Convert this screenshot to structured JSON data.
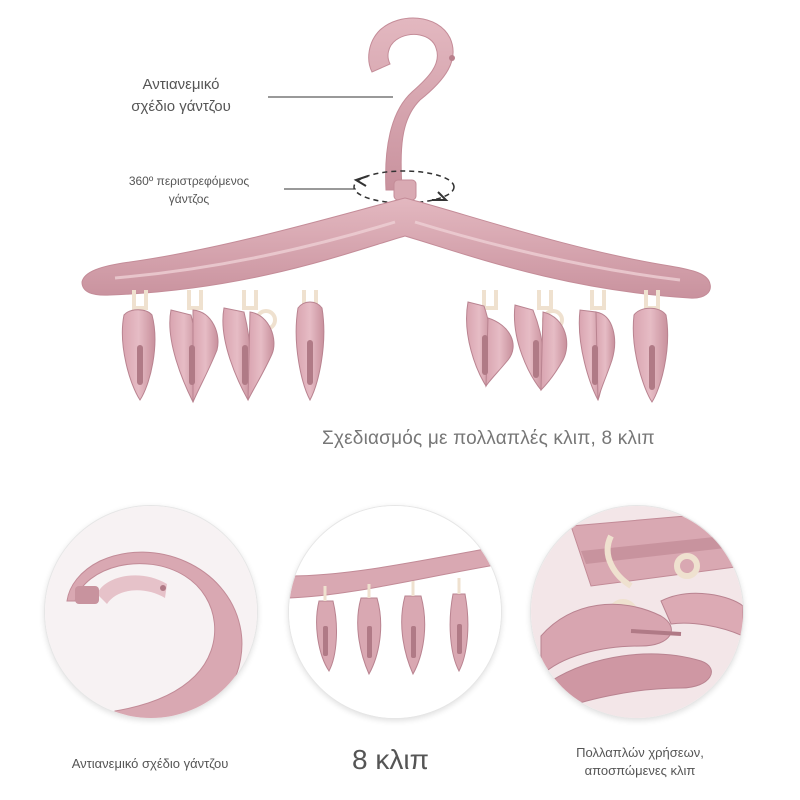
{
  "callouts": {
    "windproof_line1": "Αντιανεμικό",
    "windproof_line2": "σχέδιο γάντζου",
    "rotating_line1": "360º περιστρεφόμενος",
    "rotating_line2": "γάντζος"
  },
  "headline": "Σχεδιασμός με πολλαπλές κλιπ, 8 κλιπ",
  "captions": {
    "left": "Αντιανεμικό σχέδιο γάντζου",
    "center": "8 κλιπ",
    "right_line1": "Πολλαπλών χρήσεων,",
    "right_line2": "αποσπώμενες κλιπ"
  },
  "colors": {
    "product_pink": "#d6a3ad",
    "product_shadow": "#c48c98",
    "clip_cream": "#f0e2d0"
  }
}
